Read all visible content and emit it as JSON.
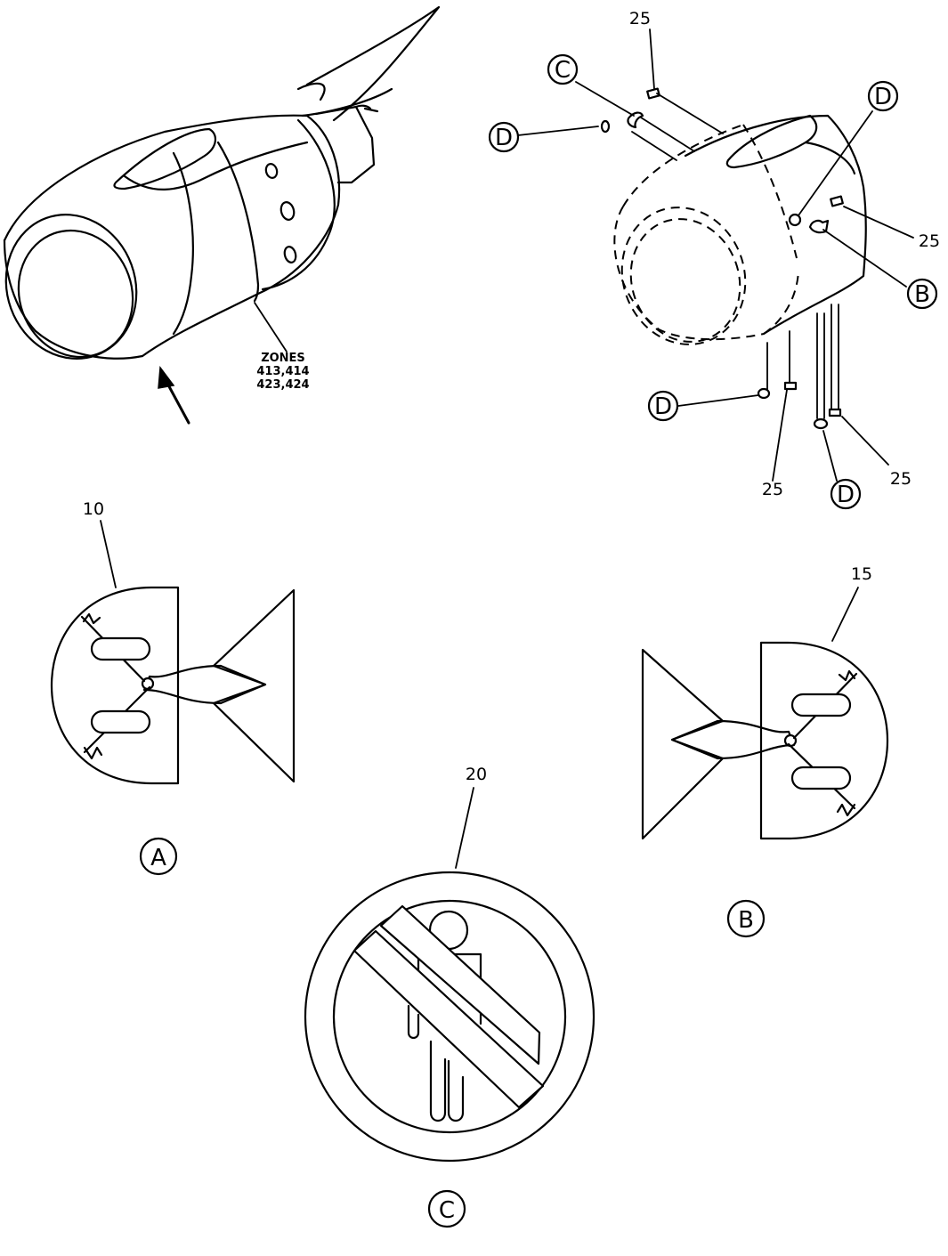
{
  "zones_label": {
    "title": "ZONES",
    "line1": "413,414",
    "line2": "423,424"
  },
  "item_numbers": {
    "placard_a": "10",
    "placard_b": "15",
    "placard_c": "20",
    "fastener_top": "25",
    "fastener_right": "25",
    "fastener_bottom_left": "25",
    "fastener_bottom_right": "25"
  },
  "callouts": {
    "c_top": "C",
    "d_left": "D",
    "d_right": "D",
    "b_right": "B",
    "d_bottom_left": "D",
    "d_bottom_right": "D"
  },
  "detail_labels": {
    "a": "A",
    "b": "B",
    "c": "C"
  }
}
